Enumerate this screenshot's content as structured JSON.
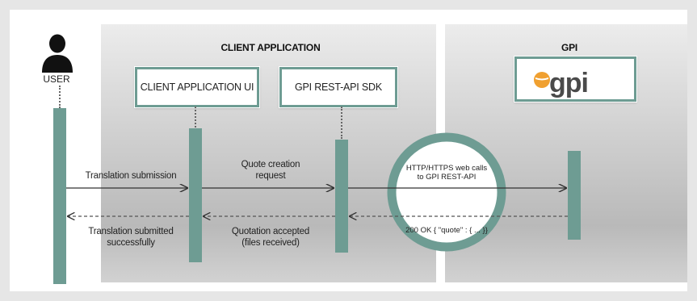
{
  "panels": {
    "client_title": "CLIENT APPLICATION",
    "gpi_title": "GPI"
  },
  "actors": {
    "user_label": "USER",
    "client_ui_label": "CLIENT APPLICATION UI",
    "sdk_label": "GPI REST-API SDK",
    "gpi_logo_text": "gpi"
  },
  "messages": {
    "translation_submission": "Translation submission",
    "quote_creation_line1": "Quote creation",
    "quote_creation_line2": "request",
    "http_line1": "HTTP/HTTPS web calls",
    "http_line2": "to GPI REST-API",
    "ok_response": "200 OK { \"quote\" : { ... }}",
    "quotation_accepted_line1": "Quotation accepted",
    "quotation_accepted_line2": "(files received)",
    "translation_submitted_line1": "Translation submitted",
    "translation_submitted_line2": "successfully"
  },
  "colors": {
    "teal": "#6e9c93",
    "logo_orange": "#f0a030",
    "panel_gray": "#b9b9b9"
  },
  "icons": [
    "user-silhouette-icon",
    "gpi-logo-icon"
  ]
}
